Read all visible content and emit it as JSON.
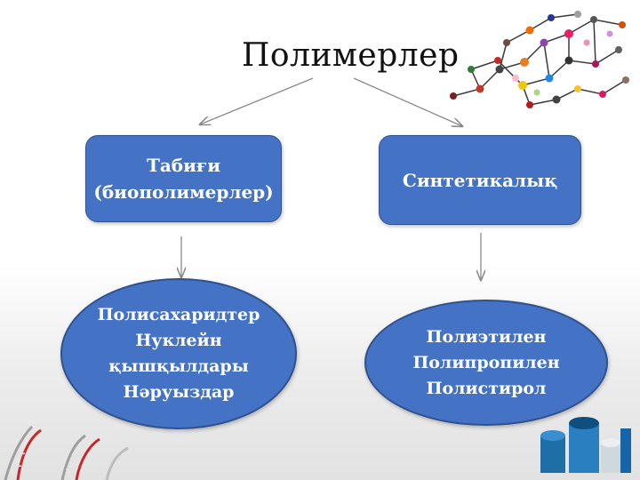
{
  "title": "Полимерлер",
  "left_box": {
    "line1": "Табиғи",
    "line2": "(биополимерлер)"
  },
  "right_box": {
    "label": "Синтетикалық"
  },
  "left_ellipse": {
    "items": [
      "Полисахаридтер",
      "Нуклейн",
      "қышқылдары",
      "Нәруыздар"
    ]
  },
  "right_ellipse": {
    "items": [
      "Полиэтилен",
      "Полипропилен",
      "Полистирол"
    ]
  },
  "colors": {
    "box_fill": "#4472c4",
    "box_border": "#2f528f",
    "arrow": "#8a8a8a"
  },
  "decorations": {
    "top_right": "molecule-model-image",
    "bottom_left": "dna-helix-image",
    "bottom_right": "plastic-pipes-image"
  }
}
